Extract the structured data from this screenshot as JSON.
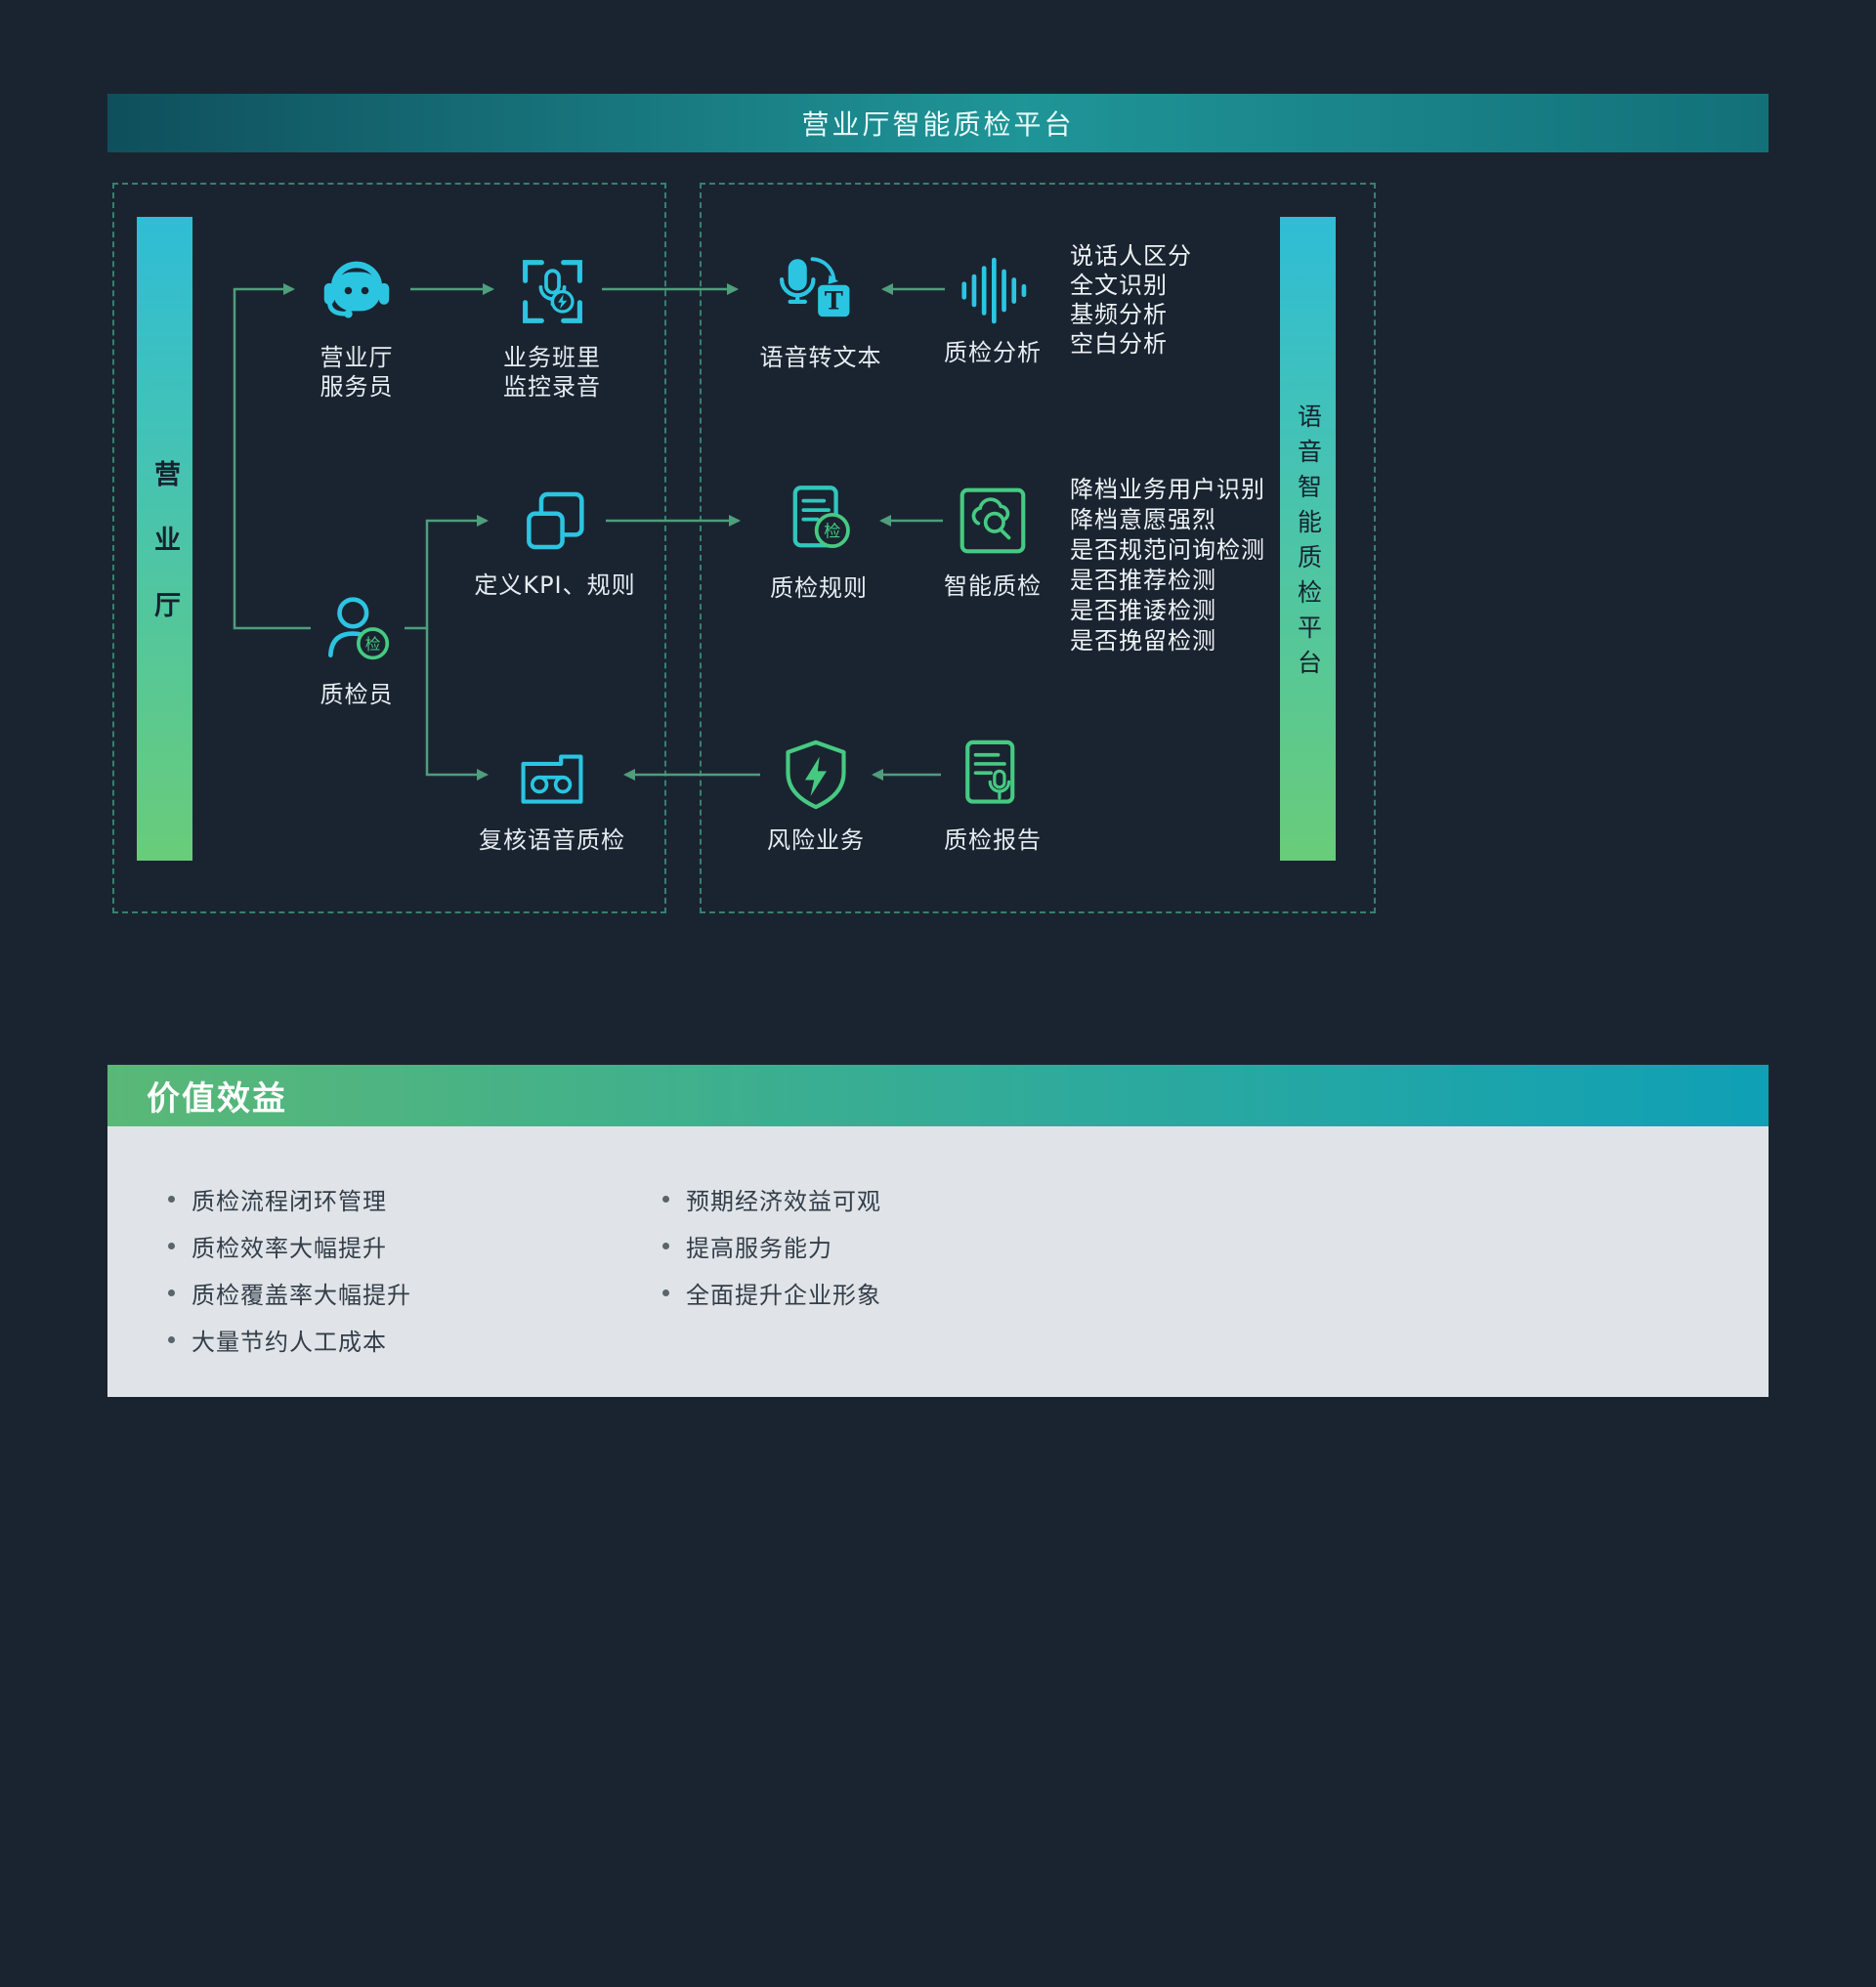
{
  "header": {
    "title": "营业厅智能质检平台"
  },
  "left_bar": {
    "label": "营业厅"
  },
  "right_bar": {
    "label": "语音智能质检平台"
  },
  "nodes": {
    "agent": {
      "lines": [
        "营业厅",
        "服务员"
      ]
    },
    "monitor": {
      "lines": [
        "业务班里",
        "监控录音"
      ]
    },
    "speech_to_text": {
      "label": "语音转文本"
    },
    "qc_analysis": {
      "label": "质检分析"
    },
    "kpi": {
      "label": "定义KPI、规则"
    },
    "qc_rules": {
      "label": "质检规则"
    },
    "smart_qc": {
      "label": "智能质检"
    },
    "inspector": {
      "label": "质检员"
    },
    "review": {
      "label": "复核语音质检"
    },
    "risk": {
      "label": "风险业务"
    },
    "report": {
      "label": "质检报告"
    }
  },
  "annotations": {
    "analysis": [
      "说话人区分",
      "全文识别",
      "基频分析",
      "空白分析"
    ],
    "smart_qc": [
      "降档业务用户识别",
      "降档意愿强烈",
      "是否规范问询检测",
      "是否推荐检测",
      "是否推诿检测",
      "是否挽留检测"
    ]
  },
  "glyphs": {
    "badge": "检",
    "letter_t": "T"
  },
  "benefits": {
    "title": "价值效益",
    "col_left": [
      "质检流程闭环管理",
      "质检效率大幅提升",
      "质检覆盖率大幅提升",
      "大量节约人工成本"
    ],
    "col_right": [
      "预期经济效益可观",
      "提高服务能力",
      "全面提升企业形象"
    ]
  },
  "colors": {
    "background": "#1a2430",
    "accent_cyan": "#2bc5e2",
    "accent_teal": "#31c7bb",
    "accent_green": "#46ca82",
    "arrow": "#4f9e7c",
    "bar_gradient_top": "#2fbdd6",
    "bar_gradient_bottom": "#69cc79",
    "benefits_gradient_left": "#5ab877",
    "benefits_gradient_right": "#0fa0b6",
    "benefits_body": "#e0e4e8",
    "dashed_border": "#37806f"
  }
}
